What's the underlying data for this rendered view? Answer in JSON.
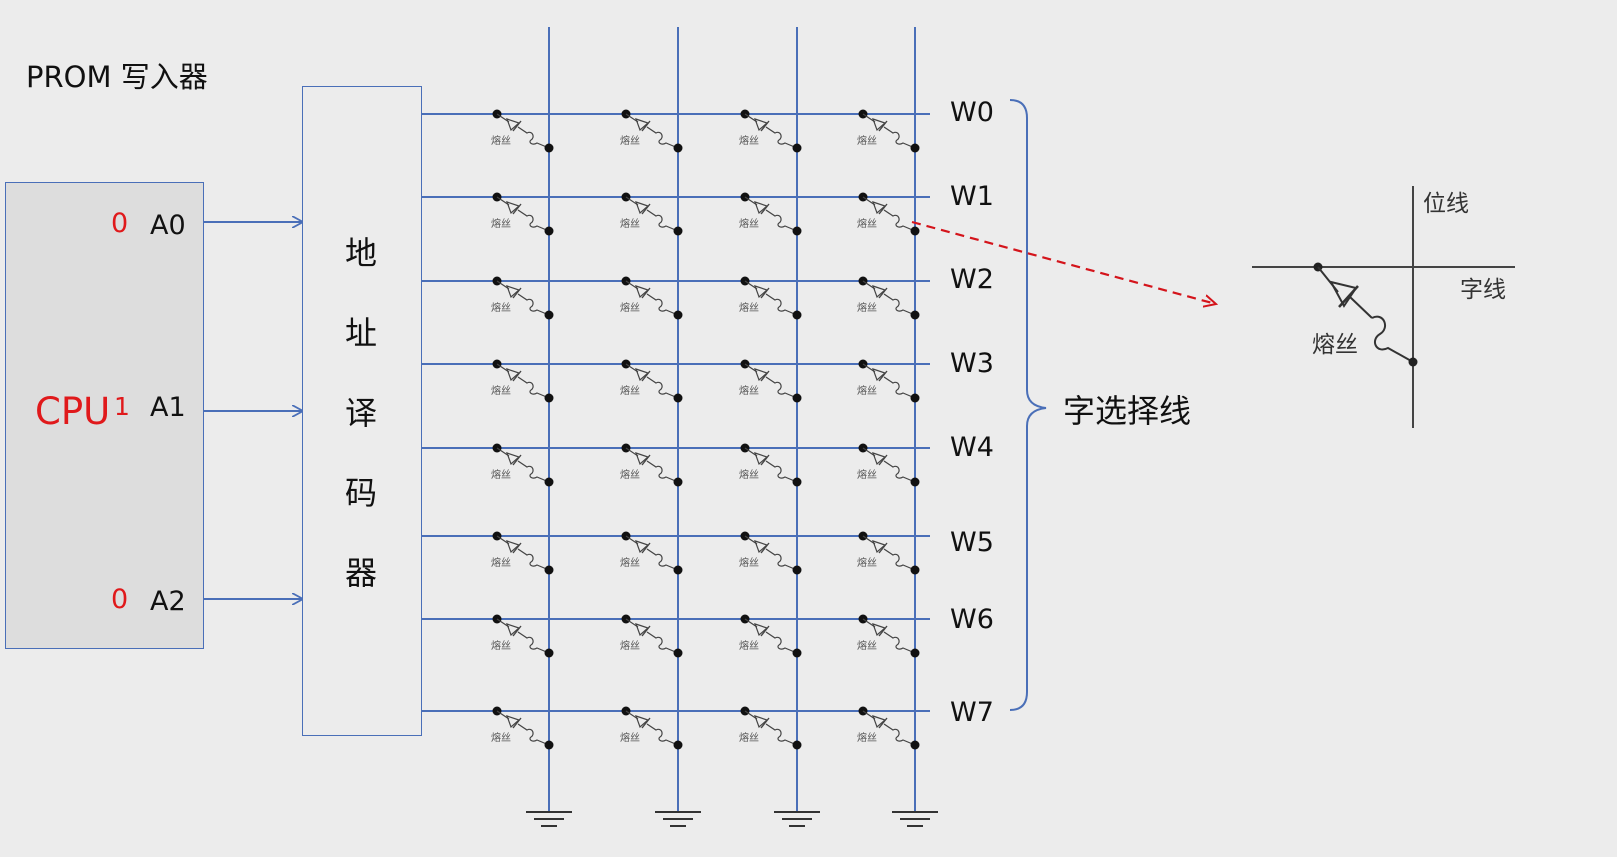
{
  "title": "PROM 写入器",
  "cpu": {
    "label": "CPU",
    "pins": [
      {
        "name": "A0",
        "bit": "0"
      },
      {
        "name": "A1",
        "bit": "1"
      },
      {
        "name": "A2",
        "bit": "0"
      }
    ]
  },
  "decoder": {
    "chars": [
      "地",
      "址",
      "译",
      "码",
      "器"
    ]
  },
  "word_lines": [
    "W0",
    "W1",
    "W2",
    "W3",
    "W4",
    "W5",
    "W6",
    "W7"
  ],
  "bit_line_count": 4,
  "fuse_label": "熔丝",
  "brace_label": "字选择线",
  "detail": {
    "bit_line_label": "位线",
    "word_line_label": "字线",
    "fuse_label": "熔丝"
  },
  "colors": {
    "line": "#4a6fb8",
    "accent_red": "#e0191b",
    "background": "#ececec"
  }
}
